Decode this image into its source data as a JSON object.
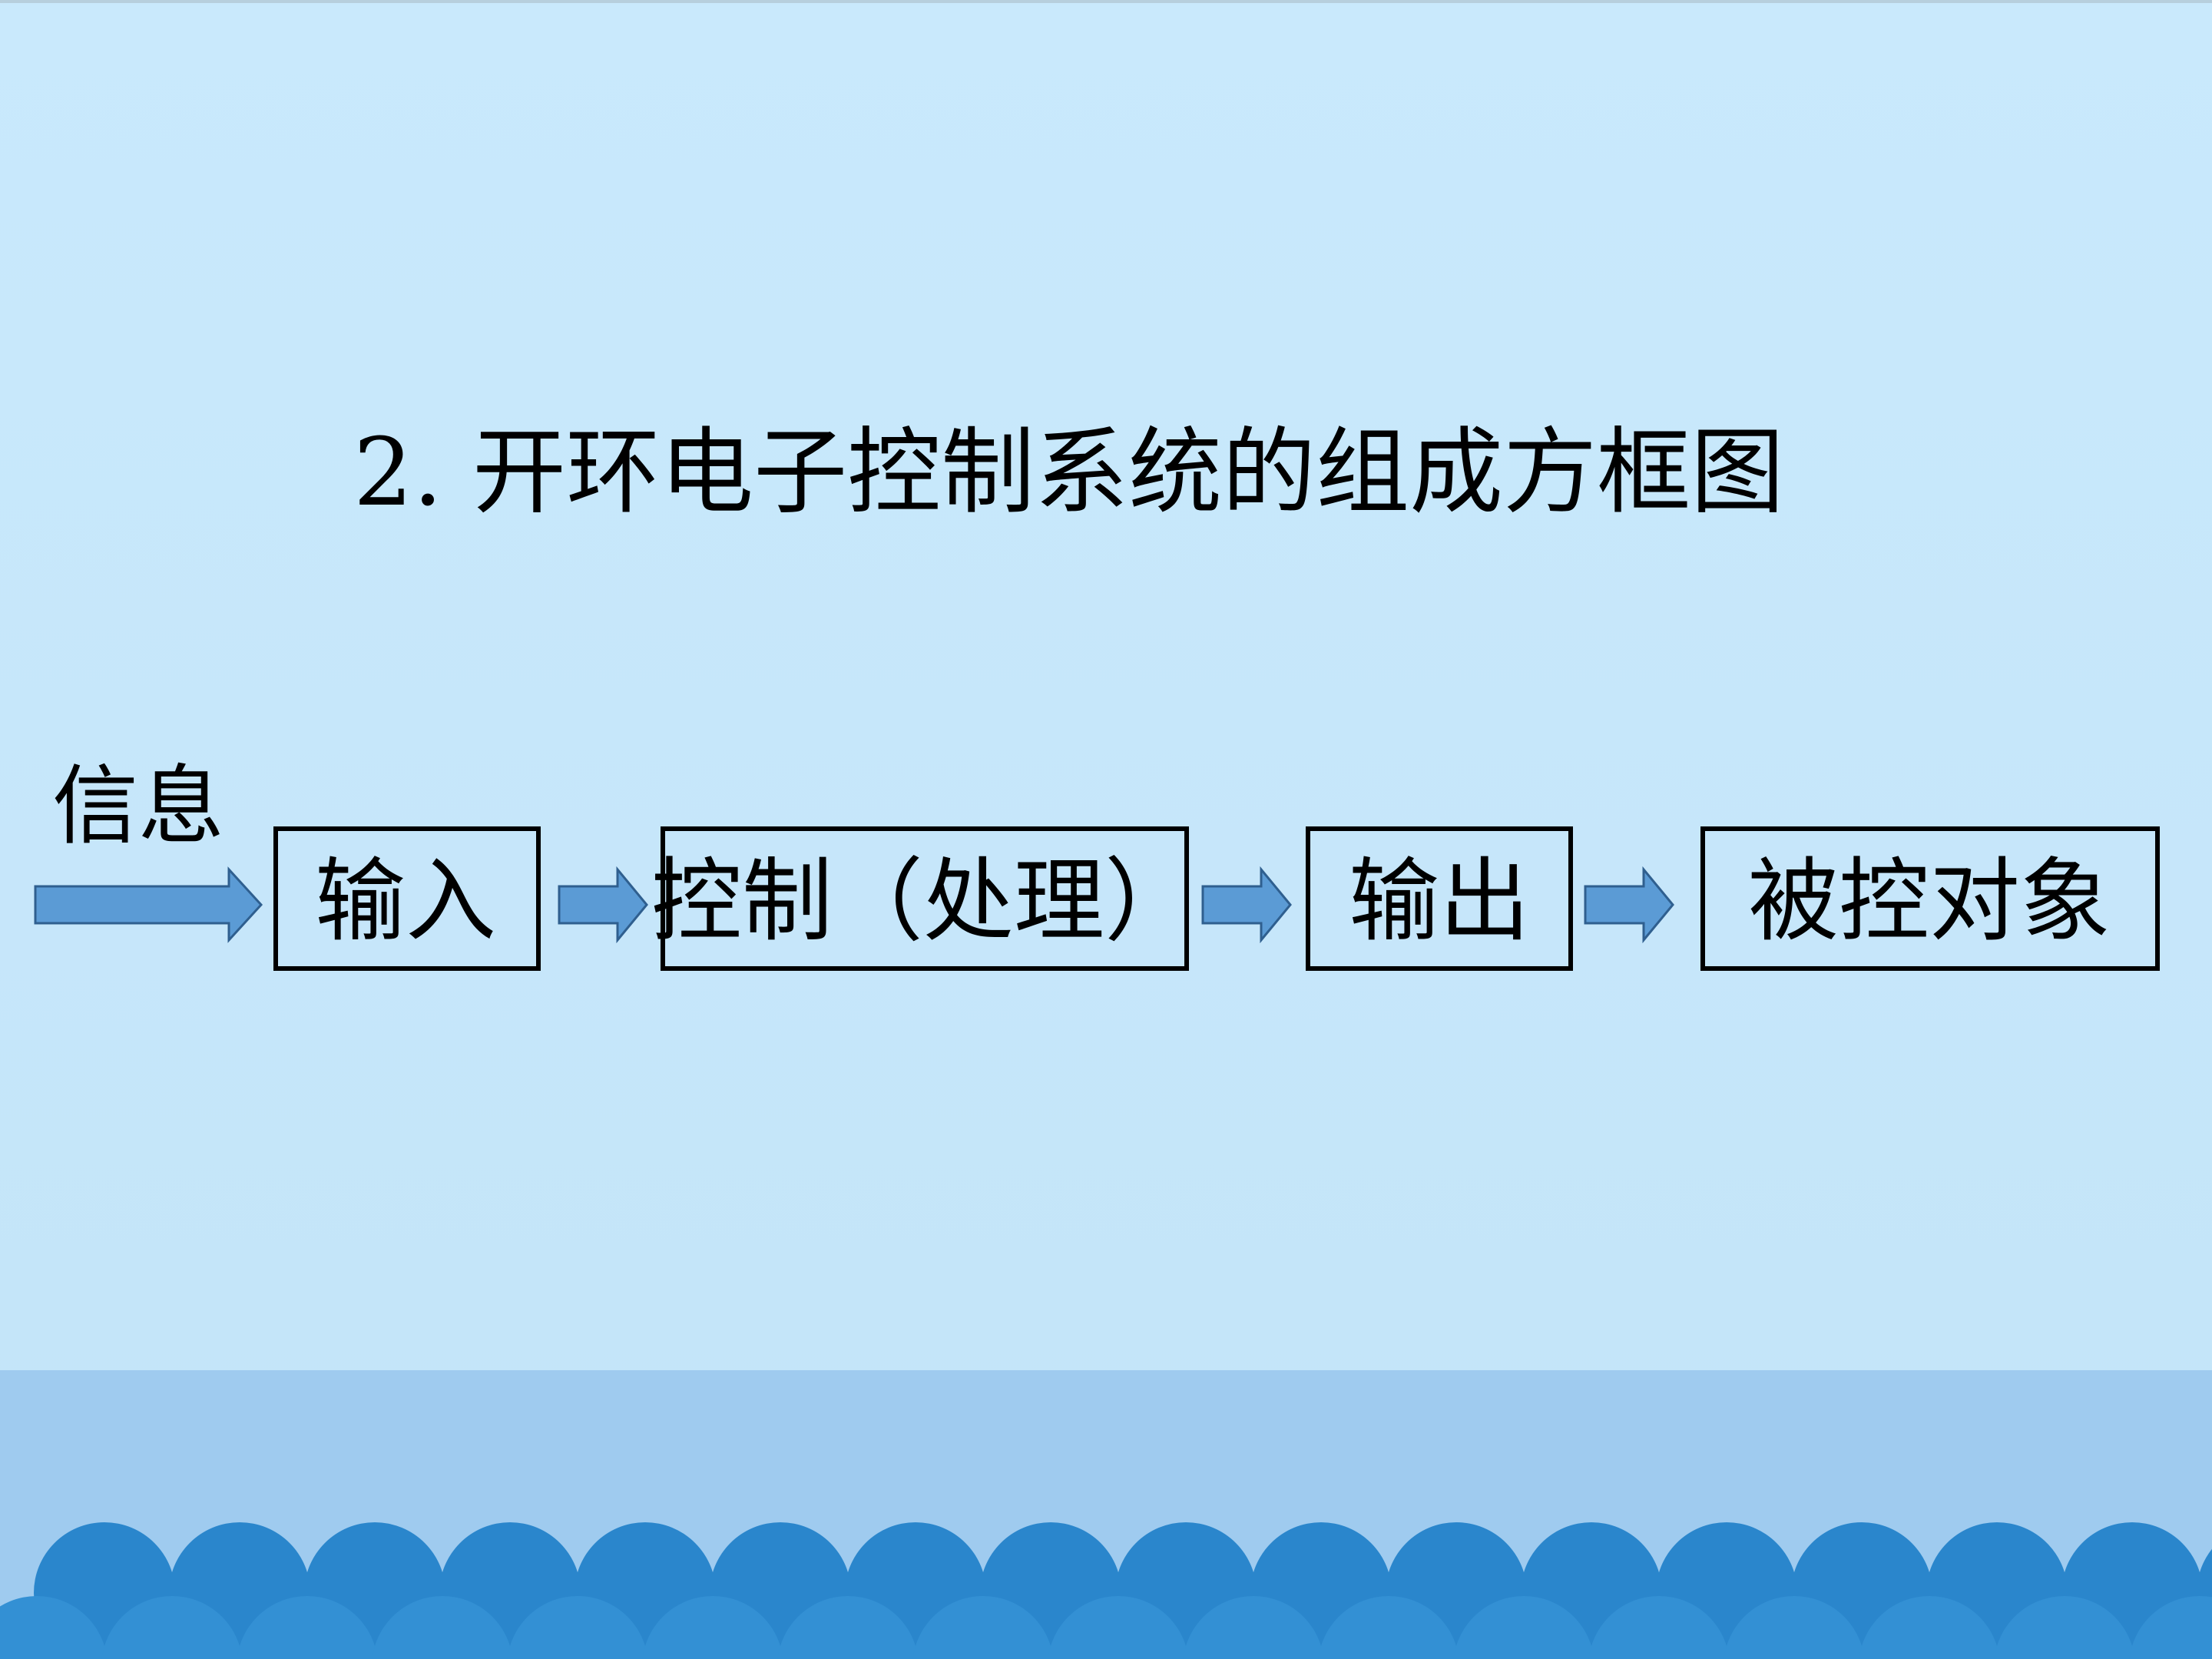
{
  "title": "2. 开环电子控制系统的组成方框图",
  "diagram": {
    "input_label": "信息",
    "blocks": [
      "输入",
      "控制（处理）",
      "输出",
      "被控对象"
    ]
  },
  "colors": {
    "background": "#c8e8fb",
    "arrow_fill": "#5b9bd5",
    "arrow_stroke": "#2f5f8f",
    "band": "#9fcbef",
    "wave": "#2a86cc"
  }
}
